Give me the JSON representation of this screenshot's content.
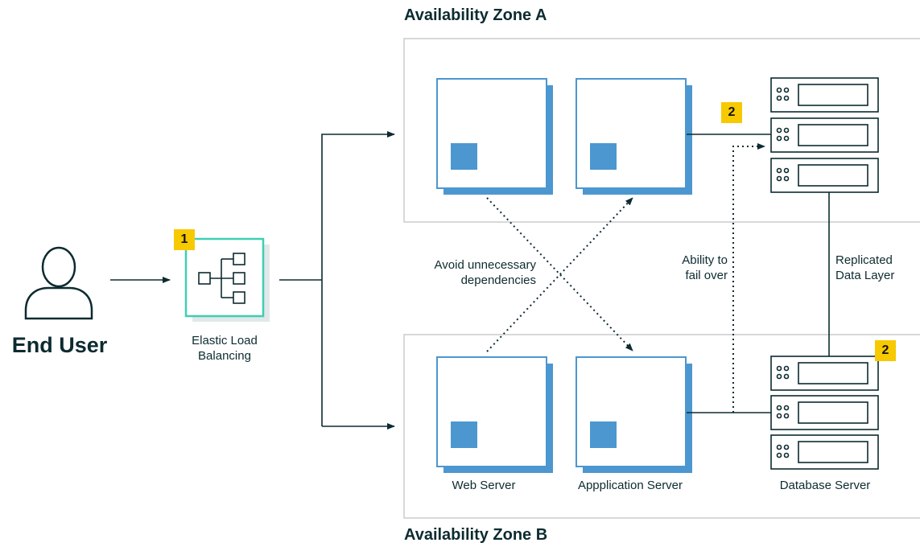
{
  "zones": {
    "a_title": "Availability Zone A",
    "b_title": "Availability Zone B"
  },
  "user": {
    "label": "End User"
  },
  "load_balancer": {
    "label_line1": "Elastic Load",
    "label_line2": "Balancing",
    "badge": "1"
  },
  "annotations": {
    "avoid_line1": "Avoid unnecessary",
    "avoid_line2": "dependencies",
    "failover_line1": "Ability to",
    "failover_line2": "fail over",
    "replicated_line1": "Replicated",
    "replicated_line2": "Data Layer"
  },
  "servers": {
    "web": "Web Server",
    "app": "Appplication Server",
    "db": "Database Server"
  },
  "badges": {
    "db_a": "2",
    "db_b": "2"
  },
  "colors": {
    "line": "#0d2b30",
    "server_fill": "#4c97d0",
    "zone_border": "#cccccc",
    "lb_border": "#3ecfb2",
    "badge": "#f7c900"
  }
}
